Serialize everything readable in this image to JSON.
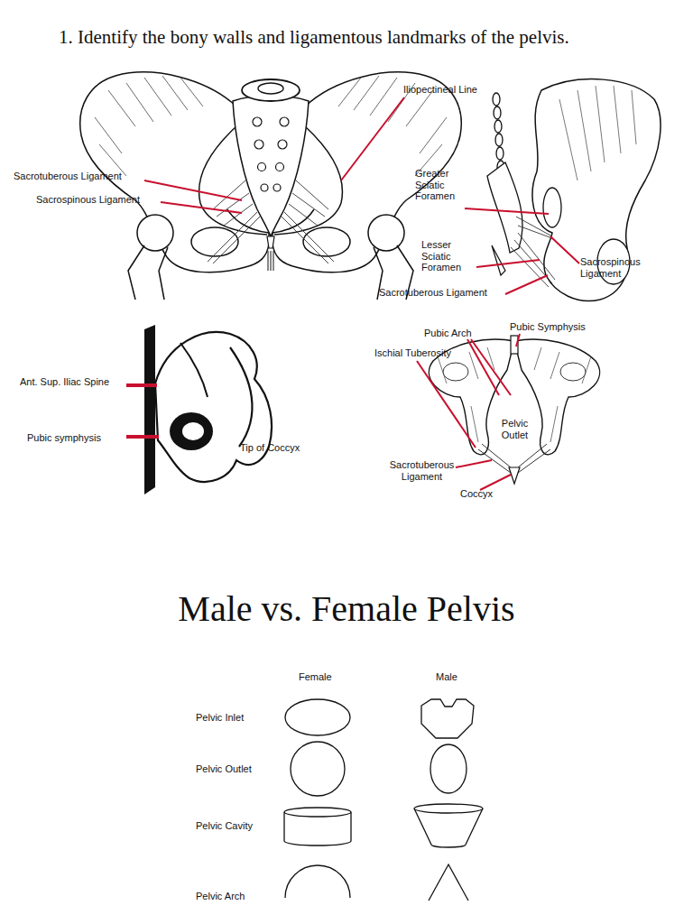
{
  "diagram": {
    "title": "1. Identify the bony walls and ligamentous landmarks of the pelvis.",
    "labels": [
      "Iliopectineal Line",
      "Sacrotuberous Ligament",
      "Sacrospinous Ligament",
      "Greater Sciatic Foramen",
      "Lesser Sciatic Foramen",
      "Sacrospinous Ligament",
      "Sacrotuberous Ligament",
      "Ant. Sup. Iliac Spine",
      "Pubic symphysis",
      "Tip of Coccyx",
      "Pubic Arch",
      "Pubic Symphysis",
      "Ischial Tuberosity",
      "Pelvic Outlet",
      "Sacrotuberous Ligament",
      "Coccyx",
      "Male vs. Female Pelvis",
      "Female",
      "Male",
      "Pelvic Inlet",
      "Pelvic Outlet",
      "Pelvic Cavity",
      "Pelvic Arch"
    ]
  }
}
